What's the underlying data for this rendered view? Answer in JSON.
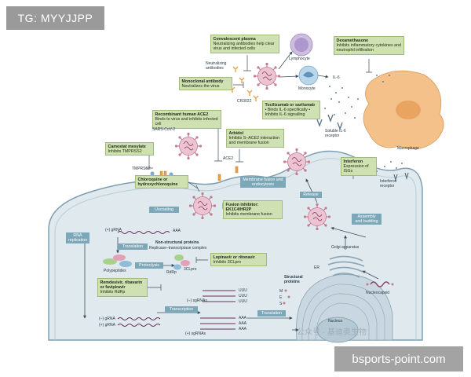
{
  "watermarks": {
    "top_left": "TG: MYYJJPP",
    "bottom_right": "bsports-point.com",
    "faint": "公众号 · 基迪奥生物"
  },
  "boxes": {
    "convalescent": {
      "title": "Convalescent plasma",
      "body": "Neutralizing antibodies help clear virus and infected cells"
    },
    "monoclonal": {
      "title": "Monoclonal antibody",
      "body": "Neutralizes the virus"
    },
    "rhace2": {
      "title": "Recombinant human ACE2",
      "body": "Binds to virus and inhibits infected cell"
    },
    "camostat": {
      "title": "Camostat mesylate",
      "body": "Inhibits TMPRSS2"
    },
    "chloroquine": {
      "title": "Chloroquine or hydroxychloroquine",
      "body": ""
    },
    "dexamethasone": {
      "title": "Dexamethasone",
      "body": "Inhibits inflammatory cytokines and neutrophil infiltration"
    },
    "tocilizumab": {
      "title": "Tocilizumab or sarilumab",
      "body": "• Binds IL-6 specifically • Inhibits IL-6 signalling"
    },
    "arbidol": {
      "title": "Arbidol",
      "body": "Inhibits S–ACE2 interaction and membrane fusion"
    },
    "interferon": {
      "title": "Interferon",
      "body": "Expression of ISGs"
    },
    "fusion": {
      "title": "Fusion inhibitor: EK1C4/HR2P",
      "body": "Inhibits membrane fusion"
    },
    "lopinavir": {
      "title": "Lopinavir or ritonavir",
      "body": "Inhibits 3CLpro"
    },
    "remdesivir": {
      "title": "Remdesivir, ribavarin or favipiravir",
      "body": "Inhibits RdRp"
    }
  },
  "process_labels": {
    "membrane_fusion": "Membrane fusion and endocytosis",
    "uncoating": "Uncoating",
    "rna_replication": "RNA replication",
    "translation_1": "Translation",
    "proteolysis": "Proteolysis",
    "transcription": "Transcription",
    "translation_2": "Translation",
    "release": "Release",
    "assembly": "Assembly and budding"
  },
  "labels": {
    "lymphocyte": "Lymphocyte",
    "monocyte": "Monocyte",
    "il6": "IL-6",
    "neutralizing": "Neutralizing antibodies",
    "cr3022": "CR3022",
    "sars": "SARS-CoV-2",
    "tmprss2": "TMPRSS2",
    "ace2": "ACE2",
    "soluble_il6": "Soluble IL-6 receptor",
    "macrophage": "Macrophage",
    "ifn_receptor": "Interferon receptor",
    "gRNA_plus": "(+) gRNA",
    "aaa": "AAA",
    "nsp_title": "Non-structural proteins",
    "nsp_body": "Replicase–transcriptase complex",
    "polypeptides": "Polypeptides",
    "rdrp": "RdRp",
    "clpro": "3CLpro",
    "sgRNA_minus": "(–) sgRNAs",
    "uuu": "UUU",
    "gRNA_minus": "(–) gRNA",
    "gRNA_plus2": "(+) gRNA",
    "sgRNA_plus": "(+) sgRNAs",
    "structural": "Structural proteins",
    "er": "ER",
    "golgi": "Golgi apparatus",
    "nucleus": "Nucleus",
    "nucleocapsid": "Nucleocapsid",
    "m": "M",
    "e": "E",
    "s": "S"
  },
  "colors": {
    "cell": "#dfe9ee",
    "cell_border": "#7e9fb0",
    "virus": "#e9b9c8",
    "virus_spike": "#c47a92",
    "green_box": "#cfe0b3",
    "blue_box": "#7ba7b8",
    "rna": "#6a2f5a",
    "macrophage": "#f4c18a"
  }
}
